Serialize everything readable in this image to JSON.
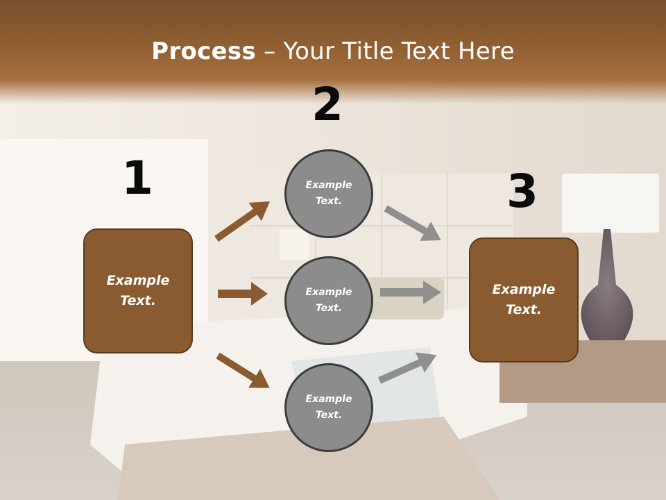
{
  "title": {
    "bold": "Process",
    "rest": " – Your Title Text Here"
  },
  "steps": {
    "one": "1",
    "two": "2",
    "three": "3"
  },
  "box_left": {
    "line1": "Example",
    "line2": "Text."
  },
  "box_right": {
    "line1": "Example",
    "line2": "Text."
  },
  "circles": [
    {
      "line1": "Example",
      "line2": "Text."
    },
    {
      "line1": "Example",
      "line2": "Text."
    },
    {
      "line1": "Example",
      "line2": "Text."
    }
  ],
  "colors": {
    "brown": "#8a5b30",
    "gray": "#8c8c8c",
    "arrow_gray": "#8f8f8f"
  }
}
